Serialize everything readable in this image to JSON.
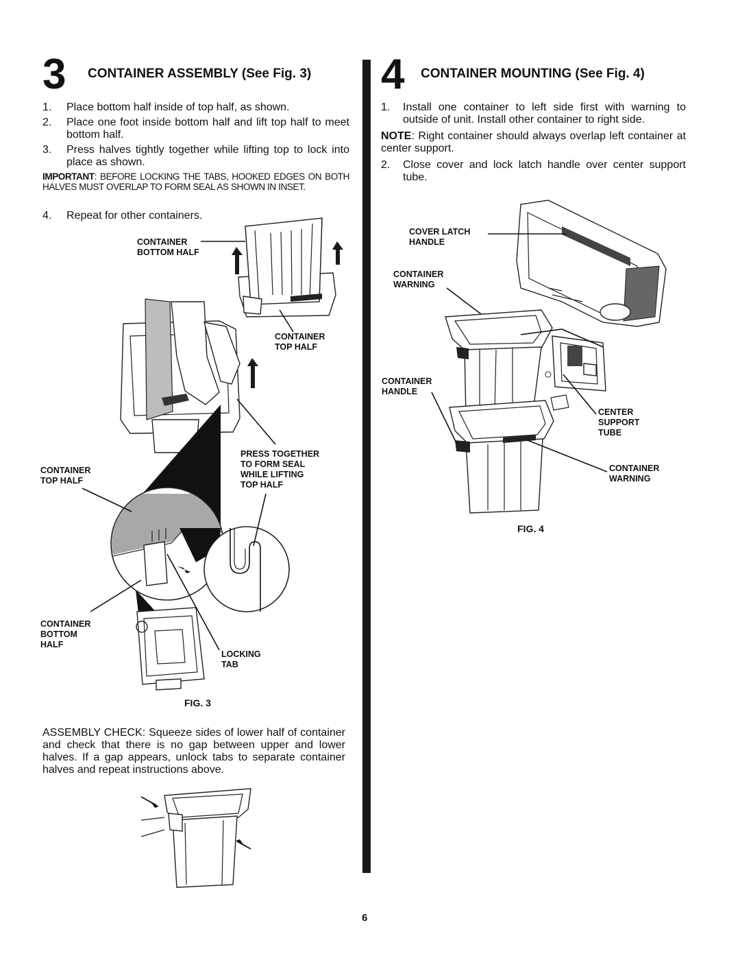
{
  "section3": {
    "number": "3",
    "title": "CONTAINER ASSEMBLY (See Fig. 3)",
    "steps": [
      {
        "num": "1.",
        "text": "Place bottom half inside of top half, as shown."
      },
      {
        "num": "2.",
        "text": "Place one foot inside bottom half and lift top half to meet bottom half."
      },
      {
        "num": "3.",
        "text": "Press halves tightly together while lifting top to lock into place as shown."
      }
    ],
    "important_label": "IMPORTANT",
    "important_text": ": BEFORE LOCKING THE TABS, HOOKED EDGES ON BOTH HALVES MUST OVERLAP TO FORM SEAL AS SHOWN IN INSET.",
    "step4": {
      "num": "4.",
      "text": "Repeat for other containers."
    },
    "labels": {
      "bottom_half_top": "CONTAINER\nBOTTOM HALF",
      "top_half_right": "CONTAINER\nTOP HALF",
      "press_together": "PRESS TOGETHER\nTO FORM SEAL\nWHILE LIFTING\nTOP HALF",
      "top_half_left": "CONTAINER\nTOP HALF",
      "bottom_half_left": "CONTAINER\nBOTTOM\nHALF",
      "locking_tab": "LOCKING\nTAB"
    },
    "fig_caption": "FIG. 3",
    "assembly_check": "ASSEMBLY CHECK: Squeeze sides of lower half of container and check that there is no gap between upper and lower halves.  If a gap appears, unlock tabs to separate container halves and repeat instructions above."
  },
  "section4": {
    "number": "4",
    "title": "CONTAINER MOUNTING (See Fig. 4)",
    "step1": {
      "num": "1.",
      "text": "Install one container to left side first with warning to outside of unit. Install other container to right side."
    },
    "note_label": "NOTE",
    "note_text": ": Right container should always overlap left container at center support.",
    "step2": {
      "num": "2.",
      "text": "Close cover and lock latch handle over center support tube."
    },
    "labels": {
      "cover_latch": "COVER LATCH\nHANDLE",
      "warning_top": "CONTAINER\nWARNING",
      "handle": "CONTAINER\nHANDLE",
      "center_support": "CENTER\nSUPPORT\nTUBE",
      "warning_right": "CONTAINER\nWARNING"
    },
    "fig_caption": "FIG. 4"
  },
  "page_number": "6"
}
